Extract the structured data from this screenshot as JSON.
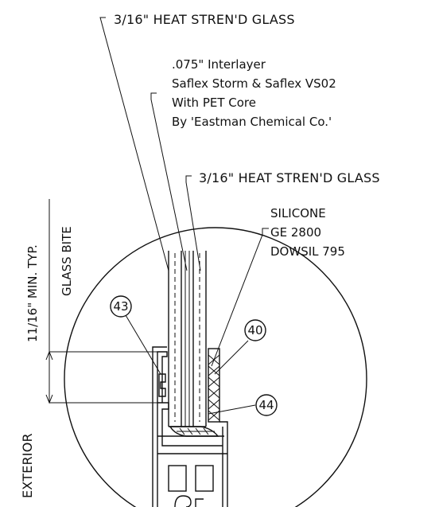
{
  "labels": {
    "glass_top": "3/16\" HEAT STREN'D GLASS",
    "interlayer_line1": ".075\" Interlayer",
    "interlayer_line2": "Saflex Storm & Saflex VS02",
    "interlayer_line3": "With PET Core",
    "interlayer_line4": "By 'Eastman Chemical Co.'",
    "glass_bottom": "3/16\" HEAT STREN'D GLASS",
    "silicone_line1": "SILICONE",
    "silicone_line2": "GE 2800",
    "silicone_line3": "DOWSIL 795",
    "bite_line1": "11/16\" MIN. TYP.",
    "bite_line2": "GLASS BITE",
    "exterior": "EXTERIOR"
  },
  "callouts": [
    {
      "id": "43"
    },
    {
      "id": "40"
    },
    {
      "id": "44"
    }
  ]
}
